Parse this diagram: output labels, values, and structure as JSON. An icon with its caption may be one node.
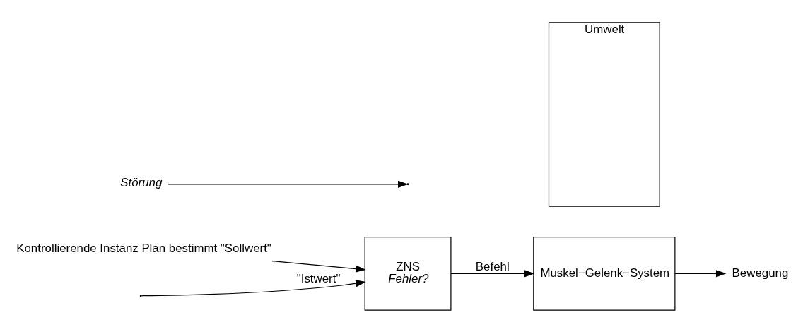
{
  "diagram": {
    "nodes": [
      {
        "text": [
          "Kontrollierende Instanz Plan bestimmt \"Sollwert\""
        ]
      },
      {
        "text": [
          "ZNS",
          "Fehler?"
        ]
      },
      {
        "text": [
          "Muskel−Gelenk−System"
        ]
      },
      {
        "text": [
          "Umwelt"
        ]
      },
      {
        "text": [
          "Bewegung"
        ]
      },
      {
        "text": [
          "Störung"
        ]
      }
    ],
    "edges": [
      {
        "from": 0,
        "to": 1,
        "arrow": "to"
      },
      {
        "from": 1,
        "to": 2,
        "arrow": "to",
        "label": "Befehl"
      },
      {
        "from": 2,
        "to": 4,
        "arrow": "to"
      },
      {
        "from": 5,
        "to": null,
        "arrow": "to"
      },
      {
        "from": null,
        "to": 1,
        "arrow": "to",
        "label": "\"Istwert\""
      }
    ]
  }
}
